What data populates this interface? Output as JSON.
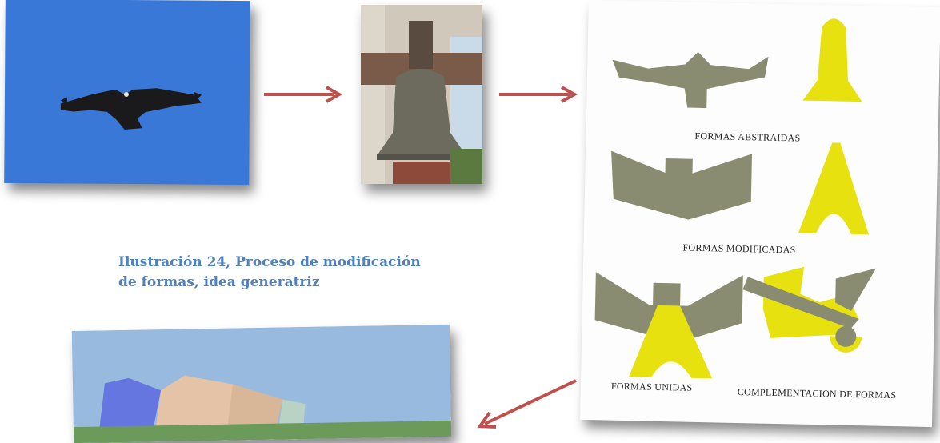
{
  "caption": {
    "line1": "Ilustración 24, Proceso de modificación",
    "line2": "de formas, idea generatriz"
  },
  "diagram": {
    "label_abstract": "FORMAS ABSTRAIDAS",
    "label_modified": "FORMAS MODIFICADAS",
    "label_united": "FORMAS UNIDAS",
    "label_complement": "COMPLEMENTACION DE FORMAS"
  },
  "colors": {
    "arrow": "#c0504d",
    "caption": "#4f81bd",
    "sky": "#3a78d8",
    "bell_yellow": "#e6e10f",
    "bird_gray": "#8a8c72"
  }
}
